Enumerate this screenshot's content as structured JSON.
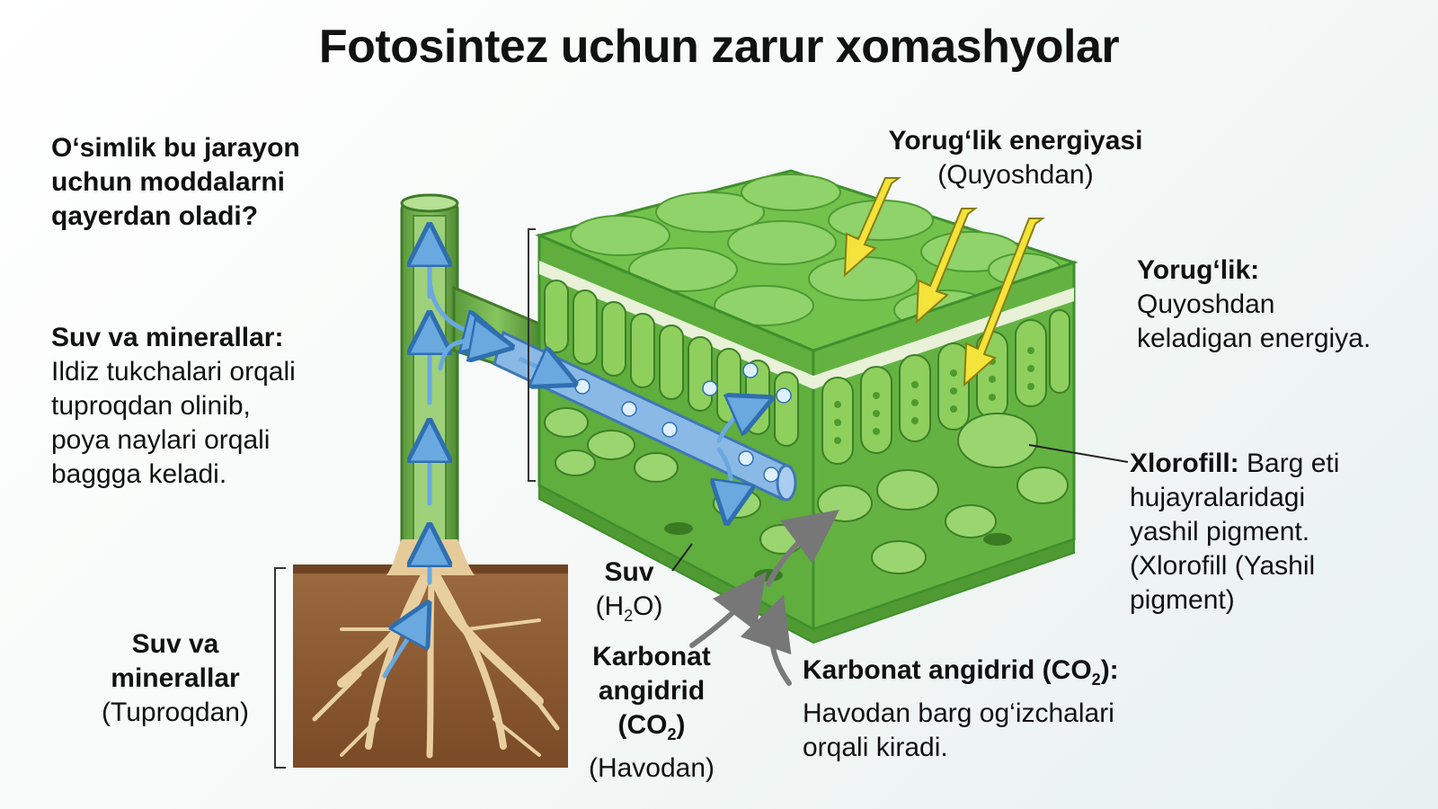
{
  "title": "Fotosintez uchun zarur xomashyolar",
  "question": [
    "O‘simlik bu jarayon",
    "uchun moddalarni",
    "qayerdan oladi?"
  ],
  "water_minerals": {
    "heading": "Suv va minerallar:",
    "lines": [
      "Ildiz tukchalari orqali",
      "tuproqdan olinib,",
      "poya naylari orqali",
      "baggga keladi."
    ]
  },
  "soil_label": {
    "l1": "Suv va",
    "l2": "minerallar",
    "l3": "(Tuproqdan)"
  },
  "light_top": {
    "title": "Yorug‘lik energiyasi",
    "sub": "(Quyoshdan)"
  },
  "light_right": {
    "heading": "Yorug‘lik:",
    "lines": [
      "Quyoshdan",
      "keladigan energiya."
    ]
  },
  "chlorophyll": {
    "heading": "Xlorofill:",
    "first_rest": "Barg eti",
    "lines": [
      "hujayralaridagi",
      "yashil pigment.",
      "(Xlorofill (Yashil",
      "pigment)"
    ]
  },
  "water_label": {
    "name": "Suv",
    "formula_a": "(H",
    "formula_sub": "2",
    "formula_b": "O)"
  },
  "co2_left": {
    "l1": "Karbonat",
    "l2": "angidrid",
    "l3a": "(CO",
    "l3sub": "2",
    "l3b": ")",
    "l4": "(Havodan)"
  },
  "co2_right": {
    "heading_a": "Karbonat angidrid (CO",
    "heading_sub": "2",
    "heading_b": "):",
    "lines": [
      "Havodan barg og‘izchalari",
      "orqali kiradi."
    ]
  },
  "icons": [
    "sun-ray-arrow",
    "water-flow-arrow",
    "co2-arrow",
    "water-molecule"
  ],
  "colors": {
    "leaf": "#6cc04a",
    "leaf_dark": "#3f8f2c",
    "vein": "#7fb2e5",
    "sun_arrow": "#f3e33a",
    "soil": "#8b5a33",
    "root": "#e9cfa2"
  }
}
